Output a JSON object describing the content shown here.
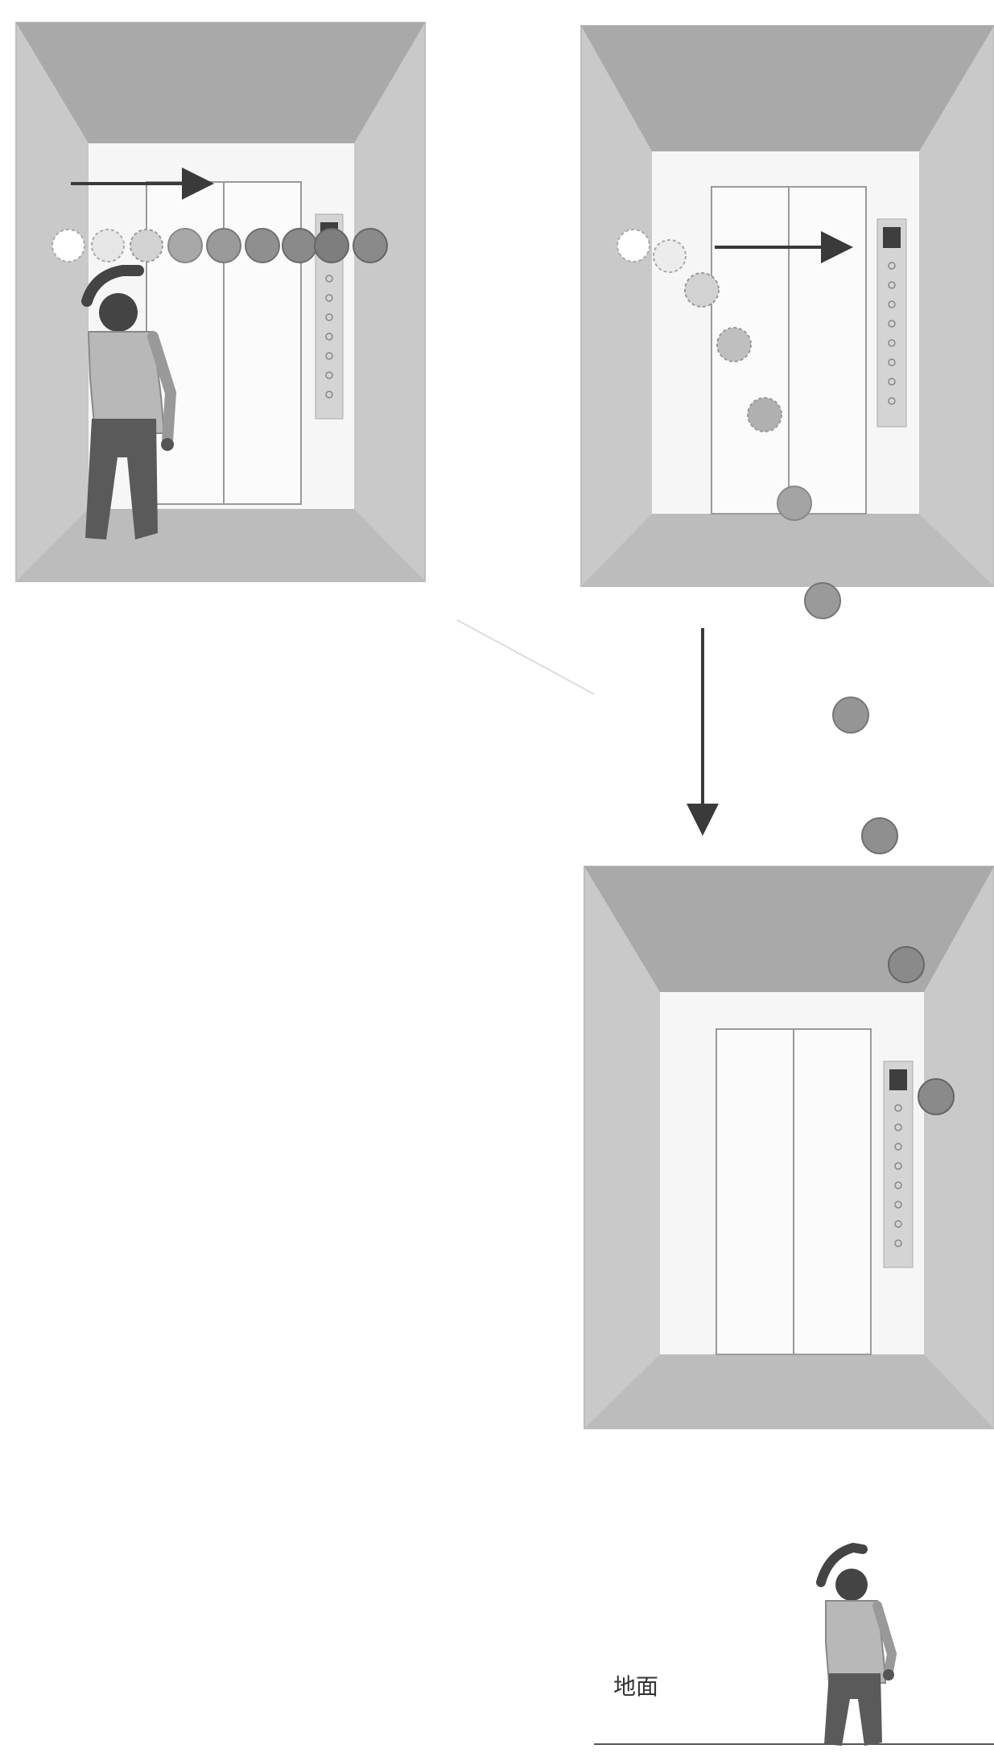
{
  "diagram": {
    "ground_label": "地面",
    "colors": {
      "background": "#ffffff",
      "panel_border": "#bdbdbd",
      "ceiling": "#a9a9a9",
      "side_walls": "#c9c9c9",
      "floor": "#bcbcbc",
      "back_wall": "#f6f6f6",
      "door": "#fbfbfb",
      "door_line": "#9a9a9a",
      "control_panel": "#d4d4d4",
      "display": "#3e3e3e",
      "ball_solid": "#8a8a8a",
      "ball_faded": "#c8c8c8",
      "arrow": "#3a3a3a",
      "person_shirt": "#b8b8b8",
      "person_pants": "#5a5a5a",
      "person_head": "#444444"
    },
    "elements": {
      "panels": [
        "elevator-top-left",
        "elevator-top-right",
        "elevator-bottom-right"
      ],
      "arrows": [
        "horizontal-arrow",
        "horizontal-arrow",
        "downward-arrow"
      ],
      "people": [
        "person-in-elevator",
        "person-on-ground"
      ]
    }
  }
}
